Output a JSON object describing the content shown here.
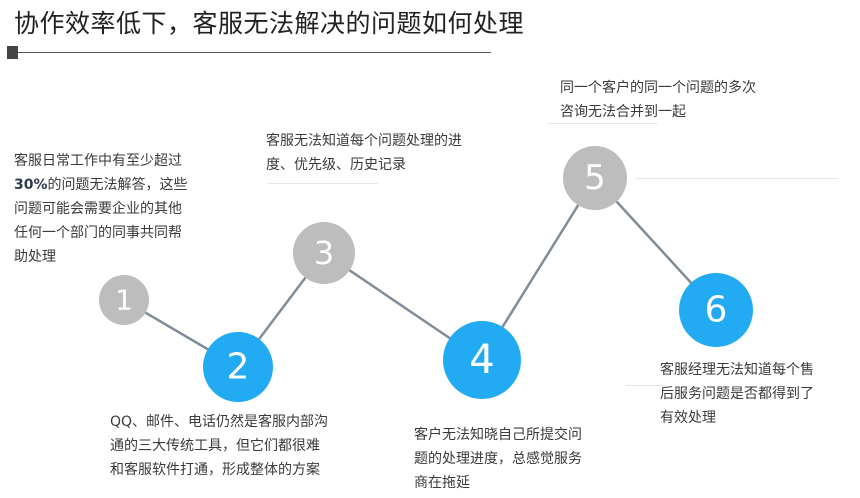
{
  "header": {
    "title": "协作效率低下，客服无法解决的问题如何处理"
  },
  "colors": {
    "gray_node": "#bdbdbd",
    "blue_node": "#22aaf2",
    "connector": "#7f8c99",
    "title_rule": "#555555"
  },
  "nodes": [
    {
      "label": "1",
      "style": "gray"
    },
    {
      "label": "2",
      "style": "blue"
    },
    {
      "label": "3",
      "style": "gray"
    },
    {
      "label": "4",
      "style": "blue"
    },
    {
      "label": "5",
      "style": "gray"
    },
    {
      "label": "6",
      "style": "blue"
    }
  ],
  "descriptions": {
    "d1": {
      "lines": [
        "客服日常工作中有至少超过",
        "的问题无法解答，这些",
        "问题可能会需要企业的其他",
        "任何一个部门的同事共同帮",
        "助处理"
      ],
      "highlight": "30%"
    },
    "d2": {
      "lines": [
        "QQ、邮件、电话仍然是客服内部沟",
        "通的三大传统工具，但它们都很难",
        "和客服软件打通，形成整体的方案"
      ]
    },
    "d3": {
      "lines": [
        "客服无法知道每个问题处理的进",
        "度、优先级、历史记录"
      ]
    },
    "d4": {
      "lines": [
        "客户无法知晓自己所提交问",
        "题的处理进度，总感觉服务",
        "商在拖延"
      ]
    },
    "d5": {
      "lines": [
        "同一个客户的同一个问题的多次",
        "咨询无法合并到一起"
      ]
    },
    "d6": {
      "lines": [
        "客服经理无法知道每个售",
        "后服务问题是否都得到了",
        "有效处理"
      ]
    }
  }
}
